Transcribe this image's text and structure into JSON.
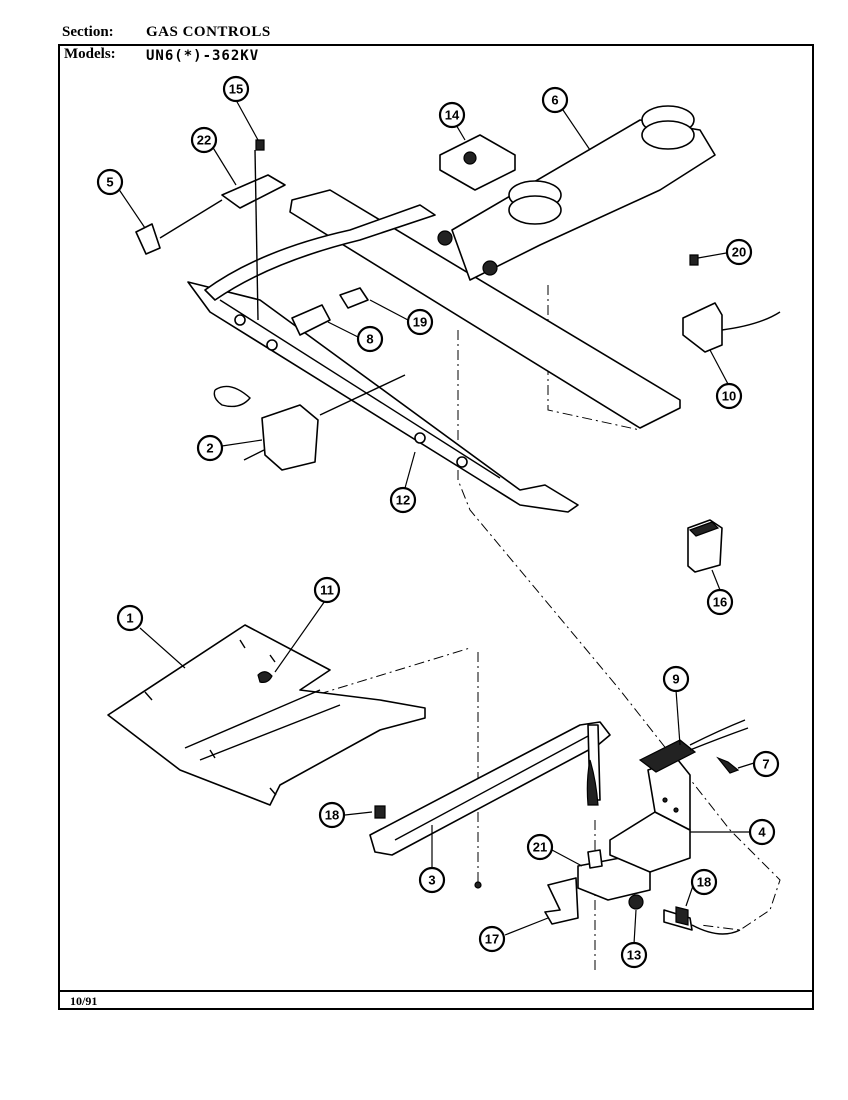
{
  "header": {
    "section_label": "Section:",
    "section_value": "GAS CONTROLS",
    "models_label": "Models:",
    "models_value": "UN6(*)-362KV"
  },
  "footer": {
    "date": "10/91"
  },
  "callouts": [
    {
      "id": "c15",
      "label": "15"
    },
    {
      "id": "c22",
      "label": "22"
    },
    {
      "id": "c5",
      "label": "5"
    },
    {
      "id": "c14",
      "label": "14"
    },
    {
      "id": "c6",
      "label": "6"
    },
    {
      "id": "c20",
      "label": "20"
    },
    {
      "id": "c19",
      "label": "19"
    },
    {
      "id": "c8",
      "label": "8"
    },
    {
      "id": "c10",
      "label": "10"
    },
    {
      "id": "c2",
      "label": "2"
    },
    {
      "id": "c12",
      "label": "12"
    },
    {
      "id": "c16",
      "label": "16"
    },
    {
      "id": "c1",
      "label": "1"
    },
    {
      "id": "c11",
      "label": "11"
    },
    {
      "id": "c9",
      "label": "9"
    },
    {
      "id": "c7",
      "label": "7"
    },
    {
      "id": "c18a",
      "label": "18"
    },
    {
      "id": "c4",
      "label": "4"
    },
    {
      "id": "c21",
      "label": "21"
    },
    {
      "id": "c3",
      "label": "3"
    },
    {
      "id": "c18b",
      "label": "18"
    },
    {
      "id": "c17",
      "label": "17"
    },
    {
      "id": "c13",
      "label": "13"
    }
  ]
}
